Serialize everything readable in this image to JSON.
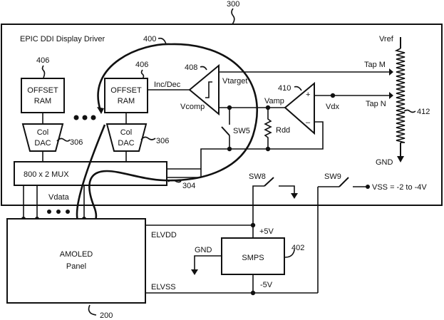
{
  "figure": {
    "outer_ref": "300",
    "driver_title": "EPIC DDI Display Driver",
    "loop_ref": "400",
    "offset_ram_left": {
      "line1": "OFFSET",
      "line2": "RAM",
      "ref": "406"
    },
    "offset_ram_right": {
      "line1": "OFFSET",
      "line2": "RAM",
      "ref": "406"
    },
    "col_dac_left": {
      "line1": "Col",
      "line2": "DAC",
      "ref": "306"
    },
    "col_dac_right": {
      "line1": "Col",
      "line2": "DAC",
      "ref": "306"
    },
    "mux": {
      "label": "800 x 2 MUX",
      "ref": "304"
    },
    "comparator": {
      "ref": "408",
      "inc_dec": "Inc/Dec",
      "vcomp": "Vcomp",
      "vtarget": "Vtarget"
    },
    "amplifier": {
      "ref": "410",
      "plus": "+",
      "minus": "–",
      "vamp": "Vamp",
      "vdx": "Vdx"
    },
    "switch_sw5": "SW5",
    "resistor_rdd": "Rdd",
    "ladder": {
      "ref": "412",
      "vref": "Vref",
      "tap_m": "Tap M",
      "tap_n": "Tap N",
      "gnd": "GND"
    },
    "vdata": "Vdata",
    "switch_sw8": "SW8",
    "switch_sw9": "SW9",
    "vss": "VSS = -2 to -4V",
    "panel": {
      "line1": "AMOLED",
      "line2": "Panel",
      "ref": "200"
    },
    "elvdd": "ELVDD",
    "elvss": "ELVSS",
    "smps": {
      "label": "SMPS",
      "ref": "402",
      "plus5": "+5V",
      "minus5": "-5V",
      "gnd": "GND"
    }
  }
}
